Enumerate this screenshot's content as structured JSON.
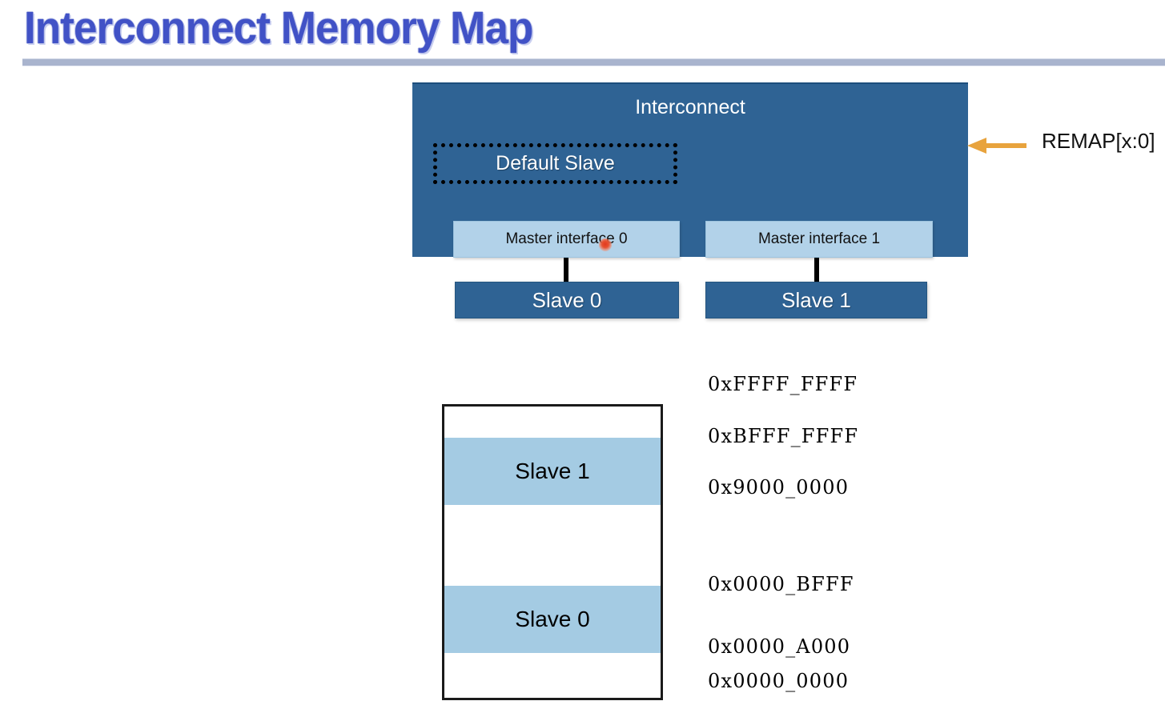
{
  "slide": {
    "title": "Interconnect Memory Map"
  },
  "interconnect": {
    "label": "Interconnect",
    "default_slave": "Default Slave",
    "remap_signal": "REMAP[x:0]",
    "master_interfaces": [
      {
        "label": "Master interface 0"
      },
      {
        "label": "Master interface 1"
      }
    ],
    "slaves": [
      {
        "label": "Slave 0"
      },
      {
        "label": "Slave 1"
      }
    ]
  },
  "memory_map": {
    "regions": [
      {
        "label": "Slave 1"
      },
      {
        "label": "Slave 0"
      }
    ],
    "addresses": [
      {
        "value": "0xFFFF_FFFF"
      },
      {
        "value": "0xBFFF_FFFF"
      },
      {
        "value": "0x9000_0000"
      },
      {
        "value": "0x0000_BFFF"
      },
      {
        "value": "0x0000_A000"
      },
      {
        "value": "0x0000_0000"
      }
    ]
  },
  "colors": {
    "title_blue": "#4152c6",
    "rule_gray_blue": "#a9b4ce",
    "dark_blue": "#2f6394",
    "light_blue_iface": "#b2d2e9",
    "light_blue_region": "#a4cbe3",
    "arrow_orange": "#e8a33d",
    "cursor_red": "#e03a20"
  }
}
